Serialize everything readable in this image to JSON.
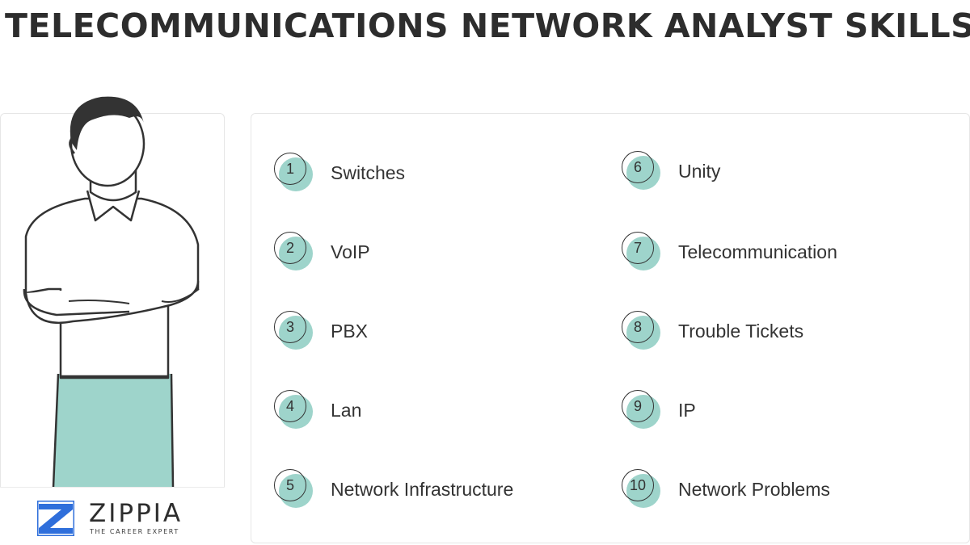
{
  "title": "TELECOMMUNICATIONS NETWORK ANALYST SKILLS",
  "brand": {
    "name": "ZIPPIA",
    "tagline": "THE CAREER EXPERT",
    "logo_letter": "Z",
    "color": "#2f6fdb"
  },
  "colors": {
    "accent": "#9ed4cb",
    "text": "#2d2d2d"
  },
  "skills": [
    {
      "number": "1",
      "label": "Switches"
    },
    {
      "number": "2",
      "label": "VoIP"
    },
    {
      "number": "3",
      "label": "PBX"
    },
    {
      "number": "4",
      "label": "Lan"
    },
    {
      "number": "5",
      "label": "Network Infrastructure"
    },
    {
      "number": "6",
      "label": "Unity"
    },
    {
      "number": "7",
      "label": "Telecommunication"
    },
    {
      "number": "8",
      "label": "Trouble Tickets"
    },
    {
      "number": "9",
      "label": "IP"
    },
    {
      "number": "10",
      "label": "Network Problems"
    }
  ]
}
